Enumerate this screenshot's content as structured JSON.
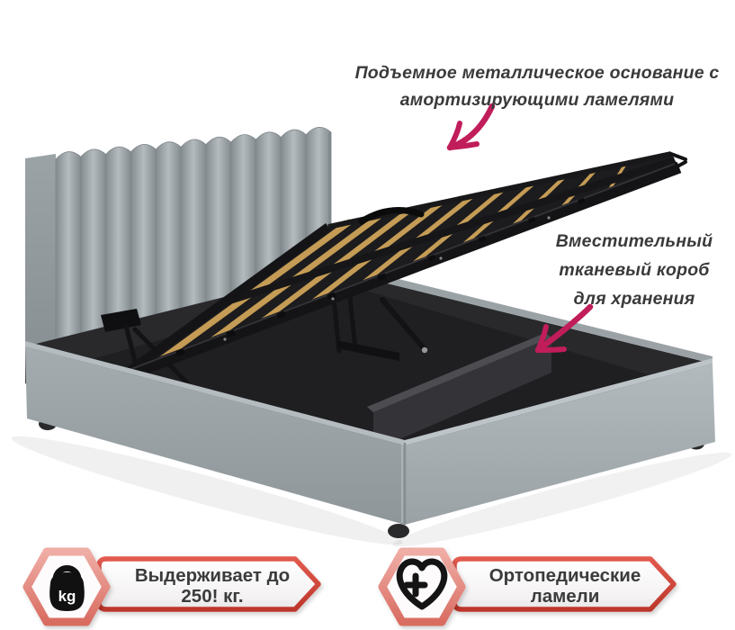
{
  "product": {
    "description": "lift-up storage bed with channel-tufted headboard",
    "scene": "bed-with-raised-slat-base"
  },
  "annotations": {
    "lift_base": {
      "line1": "Подъемное металлическое основание с",
      "line2": "амортизирующими ламелями"
    },
    "storage_box": {
      "line1": "Вместительный",
      "line2": "тканевый короб",
      "line3": "для хранения"
    }
  },
  "badges": {
    "weight": {
      "icon": "kettlebell-icon",
      "kg_label": "kg",
      "line1": "Выдерживает до",
      "line2": "250! кг."
    },
    "orthopedic": {
      "icon": "heart-plus-icon",
      "line1": "Ортопедические",
      "line2": "ламели"
    }
  },
  "colors": {
    "arrow_accent": "#c01d5a",
    "badge_border_red": "#cf4439",
    "hexagon_pink": "#e49189",
    "text_dark": "#3b3b3b",
    "fabric_gray": "#9aa2a6",
    "slat_wood": "#c59c55",
    "interior_dark": "#29292c",
    "background": "#ffffff"
  }
}
